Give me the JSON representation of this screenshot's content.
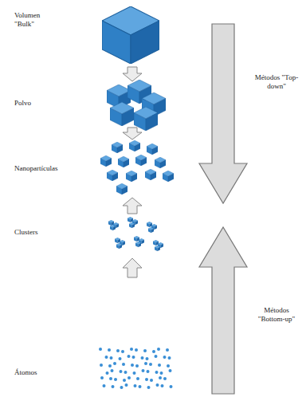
{
  "diagram": {
    "labels": [
      "Volumen \"Bulk\"",
      "Polvo",
      "Nanopartículas",
      "Clusters",
      "Átomos",
      "Métodos \"Top-down\"",
      "Métodos \"Bottom-up\""
    ]
  }
}
